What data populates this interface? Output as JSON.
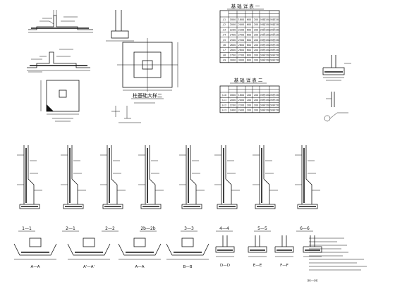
{
  "drawing": {
    "detail_label_1": "柱基础大样二",
    "foundation_table_1": {
      "title": "基 础 详 表 一",
      "rows": [
        [
          "J-1",
          "1800",
          "1800",
          "600",
          "200",
          "∅8@150",
          "∅8@150"
        ],
        [
          "J-2",
          "2000",
          "2000",
          "600",
          "200",
          "∅8@150",
          "∅8@150"
        ],
        [
          "J-3",
          "2200",
          "2200",
          "600",
          "200",
          "∅8@150",
          "∅8@150"
        ],
        [
          "J-4",
          "2400",
          "2400",
          "600",
          "200",
          "∅8@150",
          "∅8@150"
        ],
        [
          "J-5",
          "2500",
          "2500",
          "600",
          "200",
          "∅8@150",
          "∅8@150"
        ],
        [
          "J-6",
          "2600",
          "2600",
          "600",
          "200",
          "∅8@150",
          "∅8@150"
        ],
        [
          "J-7",
          "2800",
          "2800",
          "600",
          "200",
          "∅8@150",
          "∅8@150"
        ],
        [
          "J-8",
          "2700",
          "2700",
          "600",
          "200",
          "∅8@150",
          "∅8@150"
        ],
        [
          "J-9",
          "3000",
          "3000",
          "600",
          "200",
          "∅8@150",
          "∅8@150"
        ]
      ]
    },
    "foundation_table_2": {
      "title": "基 础 详 表 二",
      "rows": [
        [
          "J-10",
          "1800",
          "1800",
          "200",
          "200",
          "∅8@150",
          "∅8@150"
        ],
        [
          "J-11",
          "2000",
          "2000",
          "200",
          "200",
          "∅8@150",
          "∅8@150"
        ],
        [
          "J-12",
          "2200",
          "2200",
          "200",
          "200",
          "∅8@150",
          "∅8@150"
        ],
        [
          "J-13",
          "2400",
          "2400",
          "200",
          "200",
          "∅8@150",
          "∅8@150"
        ]
      ]
    },
    "wall_sections": [
      "1—1",
      "2—1",
      "2—2",
      "2b—2b",
      "3—3",
      "4—4",
      "5—5",
      "6—6"
    ],
    "bottom_sections": [
      "A—A",
      "A'—A'",
      "A—A",
      "B—B",
      "D—D",
      "E—E",
      "F—F",
      "H—H"
    ]
  }
}
